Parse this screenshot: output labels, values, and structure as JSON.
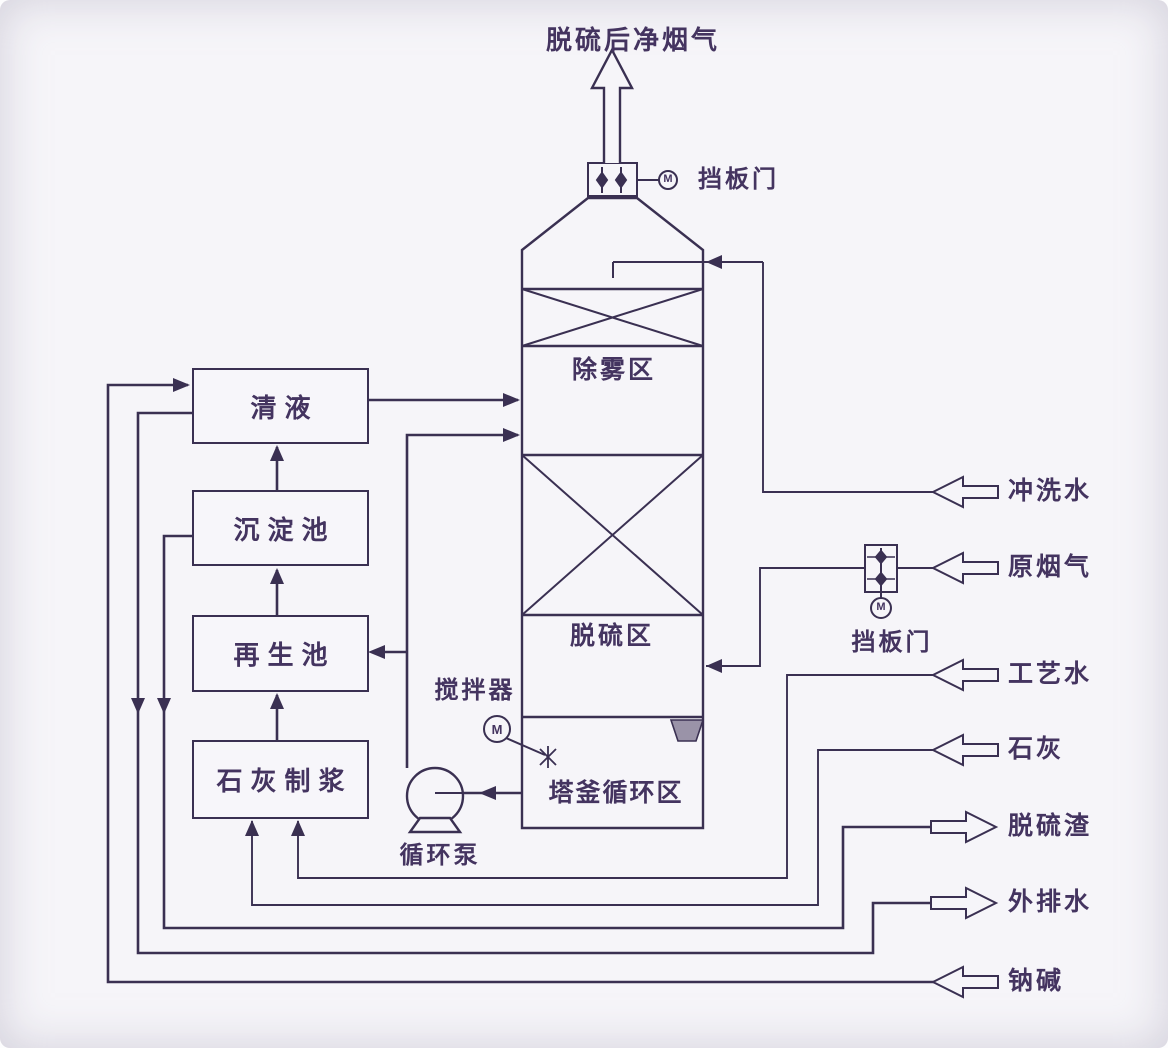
{
  "diagram": {
    "title": "脱硫后净烟气",
    "tower": {
      "zones": [
        "除雾区",
        "脱硫区",
        "塔釜循环区"
      ]
    },
    "boxes": [
      "清液",
      "沉淀池",
      "再生池",
      "石灰制浆"
    ],
    "equipment": {
      "agitator": "搅拌器",
      "pump": "循环泵",
      "damper_top": "挡板门",
      "damper_right": "挡板门",
      "motor_label": "M"
    },
    "streams": [
      {
        "label": "冲洗水",
        "direction": "in"
      },
      {
        "label": "原烟气",
        "direction": "in"
      },
      {
        "label": "工艺水",
        "direction": "in"
      },
      {
        "label": "石灰",
        "direction": "in"
      },
      {
        "label": "脱硫渣",
        "direction": "out"
      },
      {
        "label": "外排水",
        "direction": "out"
      },
      {
        "label": "钠碱",
        "direction": "in"
      }
    ],
    "colors": {
      "line": "#3a3052",
      "text": "#443460",
      "background": "#f6f5f9"
    }
  }
}
